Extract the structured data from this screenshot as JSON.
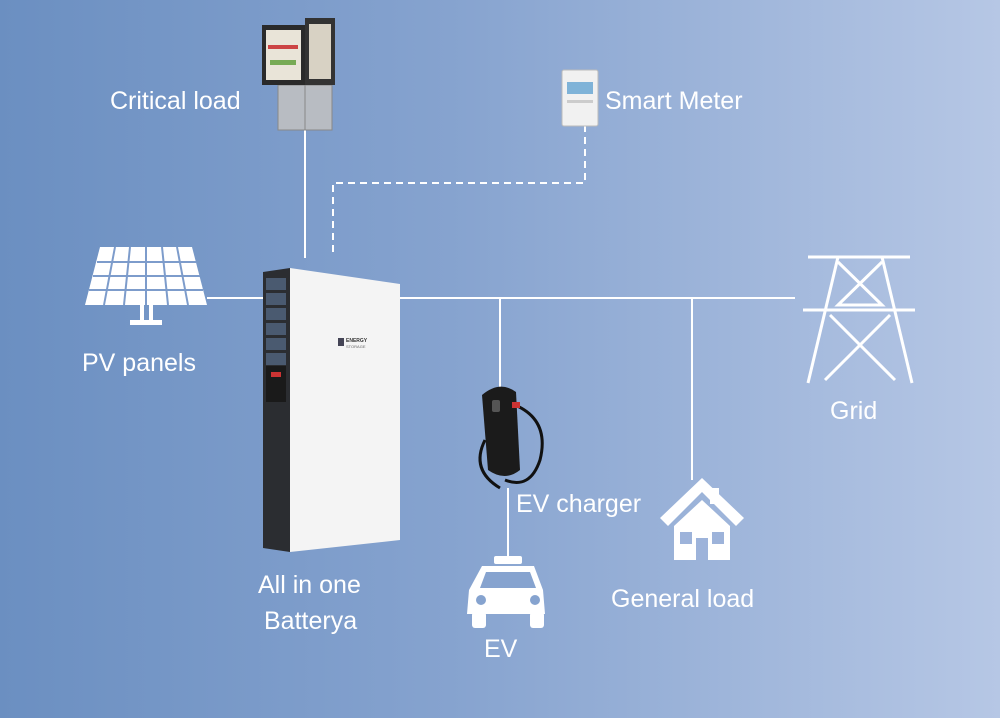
{
  "labels": {
    "critical_load": "Critical load",
    "smart_meter": "Smart Meter",
    "pv_panels": "PV panels",
    "grid": "Grid",
    "battery_line1": "All in one",
    "battery_line2": "Batterya",
    "ev_charger": "EV charger",
    "general_load": "General load",
    "ev": "EV"
  },
  "battery_logo": {
    "line1": "ENERGY",
    "line2": "STORAGE"
  },
  "colors": {
    "background_left": "#6b8fc1",
    "background_right": "#b6c7e5",
    "lines": "#ffffff"
  }
}
